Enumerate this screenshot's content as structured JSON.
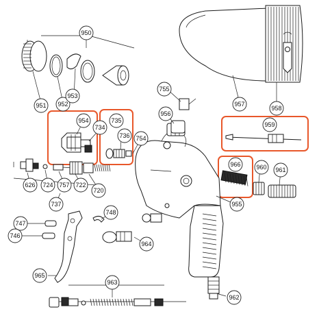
{
  "diagram": {
    "highlight_color": "#e8572a",
    "line_color": "#1a1a1a",
    "part_numbers": {
      "p950": "950",
      "p951": "951",
      "p952": "952",
      "p953": "953",
      "p954": "954",
      "p734": "734",
      "p735": "735",
      "p736": "736",
      "p754": "754",
      "p755": "755",
      "p956": "956",
      "p957": "957",
      "p958": "958",
      "p959": "959",
      "p966": "966",
      "p960": "960",
      "p961": "961",
      "p955": "955",
      "p626": "626",
      "p724": "724",
      "p757": "757",
      "p722": "722",
      "p720": "720",
      "p737": "737",
      "p748": "748",
      "p747": "747",
      "p746": "746",
      "p964": "964",
      "p965": "965",
      "p963": "963",
      "p962": "962"
    }
  }
}
